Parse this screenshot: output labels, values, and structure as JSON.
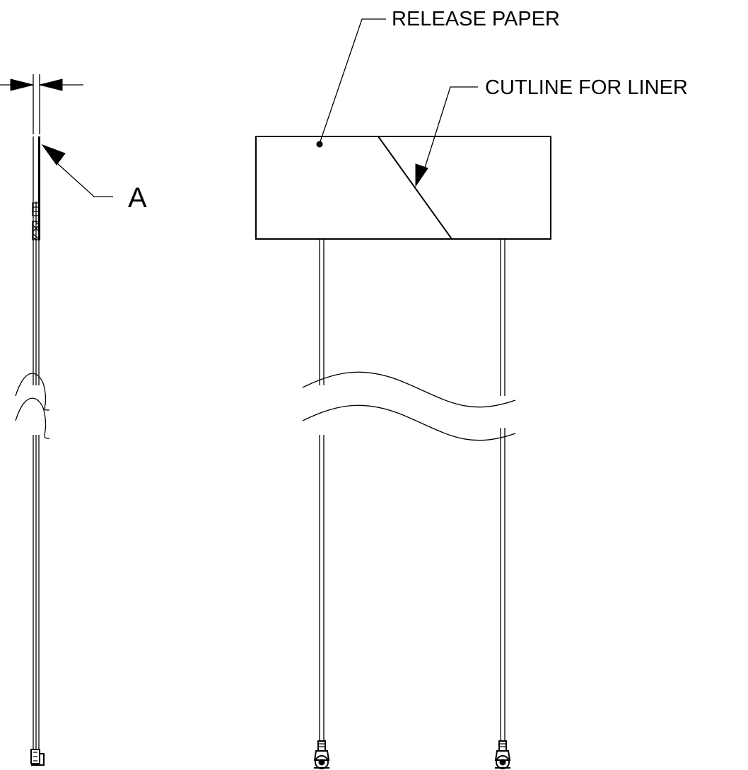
{
  "labels": {
    "release_paper": "RELEASE PAPER",
    "cutline": "CUTLINE FOR LINER",
    "detail_a": "A"
  },
  "colors": {
    "line": "#000000",
    "background": "#ffffff"
  }
}
